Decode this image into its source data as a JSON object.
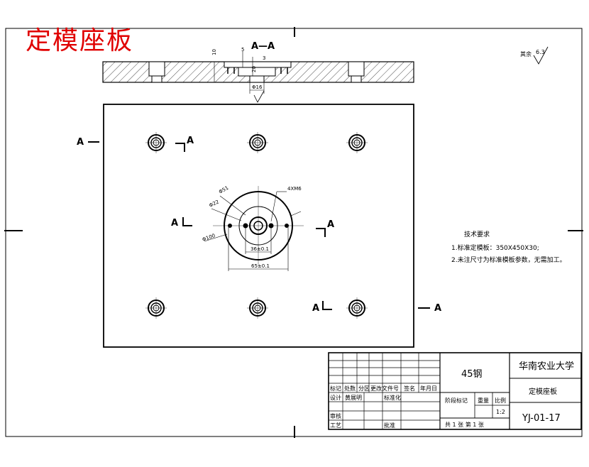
{
  "drawing": {
    "title": "定模座板",
    "section_title": "A—A",
    "section_label": "A",
    "roughness_prefix": "其余",
    "roughness_value": "6.3"
  },
  "dimensions": {
    "bolt_circle_outer": "Φ51",
    "pilot_dia": "Φ22",
    "outer_dia": "Φ100",
    "thread": "4XM6",
    "hole_spacing": "36±0.1",
    "bolt_span": "65±0.1",
    "section_hole_dia": "Φ16",
    "section_top_dim": "10",
    "section_small_5": "5",
    "section_small_3": "3",
    "section_small_20": "20"
  },
  "notes": {
    "heading": "技术要求",
    "line1": "1.标准定模板：350X450X30;",
    "line2": "2.未注尺寸为标准模板参数，无需加工。"
  },
  "title_block": {
    "material": "45钢",
    "university": "华南农业大学",
    "part_name": "定模座板",
    "drawing_no": "YJ-01-17",
    "col_mark": "标记",
    "col_count": "处数",
    "col_zone": "分区",
    "col_change_doc": "更改文件号",
    "col_sign": "签名",
    "col_date": "年月日",
    "row_design": "设计",
    "designer": "黄展明",
    "row_standard": "标准化",
    "stage_mark": "阶段标记",
    "weight": "重量",
    "scale_label": "比例",
    "scale_value": "1:2",
    "row_review": "审核",
    "row_process": "工艺",
    "row_approve": "批准",
    "sheets": "共 1 张  第 1 张"
  },
  "colors": {
    "title_red": "#e00000",
    "line": "#000000"
  }
}
